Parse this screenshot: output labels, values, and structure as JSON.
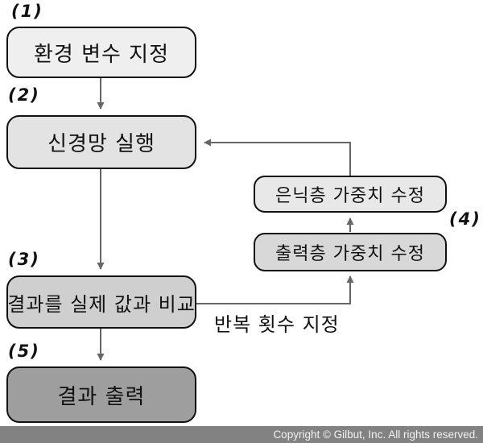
{
  "flow": {
    "boxes": [
      {
        "id": "env",
        "step": "(1)",
        "label": "환경 변수 지정",
        "fill": "#efefef"
      },
      {
        "id": "run",
        "step": "(2)",
        "label": "신경망 실행",
        "fill": "#e3e3e3"
      },
      {
        "id": "compare",
        "step": "(3)",
        "label": "결과를 실제 값과 비교",
        "fill": "#cfcfcf"
      },
      {
        "id": "hidden",
        "step": "(4)",
        "label": "은닉층 가중치 수정",
        "fill": "#e8e8e8"
      },
      {
        "id": "output",
        "step": "(4)",
        "label": "출력층 가중치 수정",
        "fill": "#d8d8d8"
      },
      {
        "id": "result",
        "step": "(5)",
        "label": "결과 출력",
        "fill": "#9e9e9e"
      }
    ],
    "step_labels": [
      {
        "text": "(1)"
      },
      {
        "text": "(2)"
      },
      {
        "text": "(3)"
      },
      {
        "text": "(4)"
      },
      {
        "text": "(5)"
      }
    ],
    "edge_label": "반복 횟수 지정",
    "arrow_color": "#666666",
    "border_color": "#111111"
  },
  "footer": {
    "text": "Copyright © Gilbut, Inc. All rights reserved.",
    "bg": "#828282",
    "color": "#f2f2f2"
  }
}
